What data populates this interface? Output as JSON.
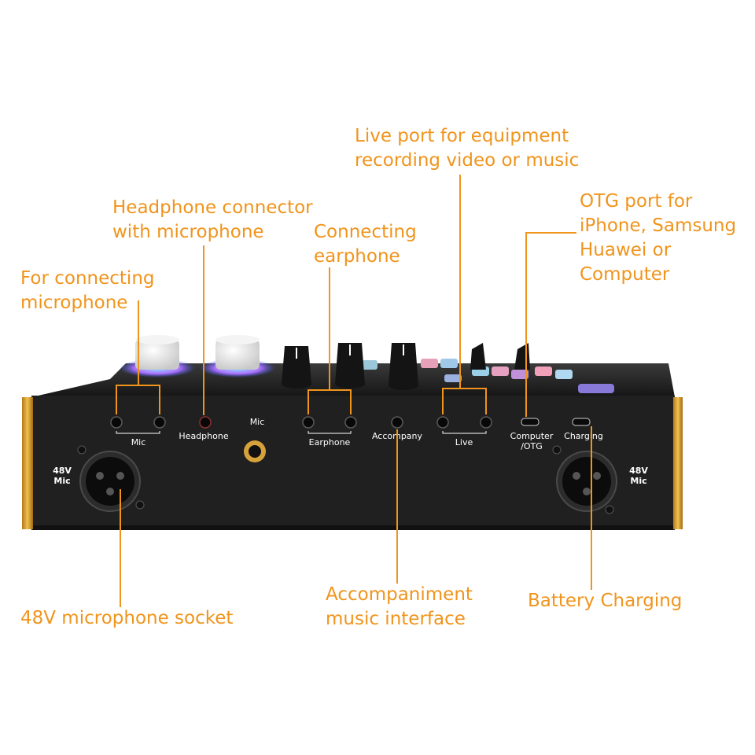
{
  "callouts": {
    "for_connecting_microphone": "For connecting\nmicrophone",
    "headphone_connector": "Headphone connector\nwith microphone",
    "connecting_earphone": "Connecting\nearphone",
    "live_port": "Live port for equipment\nrecording video or music",
    "otg_port": "OTG port for\niPhone, Samsung\nHuawei or\nComputer",
    "mic_socket_48v": "48V microphone socket",
    "accompaniment": "Accompaniment\nmusic interface",
    "battery_charging": "Battery Charging"
  },
  "panel_labels": {
    "mic_group": "Mic",
    "headphone": "Headphone",
    "mic": "Mic",
    "earphone": "Earphone",
    "accompany": "Accompany",
    "live": "Live",
    "computer": "Computer",
    "otg": "/OTG",
    "charging": "Charging",
    "xlr_left_48v": "48V",
    "xlr_left_mic": "Mic",
    "xlr_right_48v": "48V",
    "xlr_right_mic": "Mic"
  },
  "colors": {
    "callout": "#f0941c",
    "panel": "#202020",
    "side_trim": "#d49a2a"
  }
}
